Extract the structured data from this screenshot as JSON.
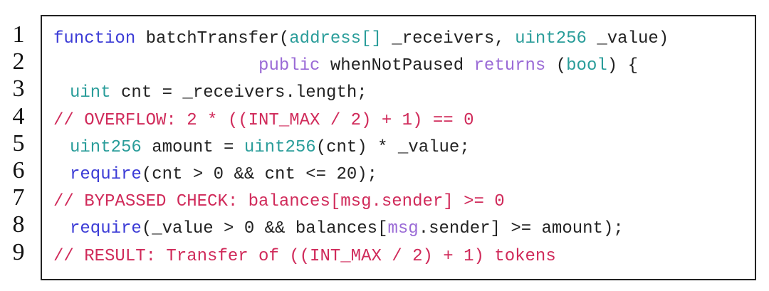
{
  "line_numbers": [
    "1",
    "2",
    "3",
    "4",
    "5",
    "6",
    "7",
    "8",
    "9"
  ],
  "colors": {
    "keyword": "#3b3bd6",
    "type": "#2a9d9a",
    "modifier": "#9a6ad6",
    "comment": "#d02a5a"
  },
  "code_lines": [
    {
      "indent": false,
      "tokens": [
        {
          "t": "function",
          "c": "blue"
        },
        {
          "t": " batchTransfer(",
          "c": "plain"
        },
        {
          "t": "address[]",
          "c": "teal"
        },
        {
          "t": " _receivers, ",
          "c": "plain"
        },
        {
          "t": "uint256",
          "c": "teal"
        },
        {
          "t": " _value)",
          "c": "plain"
        }
      ]
    },
    {
      "indent": false,
      "tokens": [
        {
          "t": "                    ",
          "c": "plain"
        },
        {
          "t": "public",
          "c": "purple"
        },
        {
          "t": " whenNotPaused ",
          "c": "plain"
        },
        {
          "t": "returns",
          "c": "purple"
        },
        {
          "t": " (",
          "c": "plain"
        },
        {
          "t": "bool",
          "c": "teal"
        },
        {
          "t": ") {",
          "c": "plain"
        }
      ]
    },
    {
      "indent": true,
      "tokens": [
        {
          "t": "uint",
          "c": "teal"
        },
        {
          "t": " cnt = _receivers.length;",
          "c": "plain"
        }
      ]
    },
    {
      "indent": false,
      "tokens": [
        {
          "t": "// OVERFLOW: 2 * ((INT_MAX / 2) + 1) == 0",
          "c": "red"
        }
      ]
    },
    {
      "indent": true,
      "tokens": [
        {
          "t": "uint256",
          "c": "teal"
        },
        {
          "t": " amount = ",
          "c": "plain"
        },
        {
          "t": "uint256",
          "c": "teal"
        },
        {
          "t": "(cnt) * _value;",
          "c": "plain"
        }
      ]
    },
    {
      "indent": true,
      "tokens": [
        {
          "t": "require",
          "c": "blue"
        },
        {
          "t": "(cnt > 0 && cnt <= 20);",
          "c": "plain"
        }
      ]
    },
    {
      "indent": false,
      "tokens": [
        {
          "t": "// BYPASSED CHECK: balances[msg.sender] >= 0",
          "c": "red"
        }
      ]
    },
    {
      "indent": true,
      "tokens": [
        {
          "t": "require",
          "c": "blue"
        },
        {
          "t": "(_value > 0 && balances[",
          "c": "plain"
        },
        {
          "t": "msg",
          "c": "purple"
        },
        {
          "t": ".sender] >= amount);",
          "c": "plain"
        }
      ]
    },
    {
      "indent": false,
      "tokens": [
        {
          "t": "// RESULT: Transfer of ((INT_MAX / 2) + 1) tokens",
          "c": "red"
        }
      ]
    }
  ]
}
